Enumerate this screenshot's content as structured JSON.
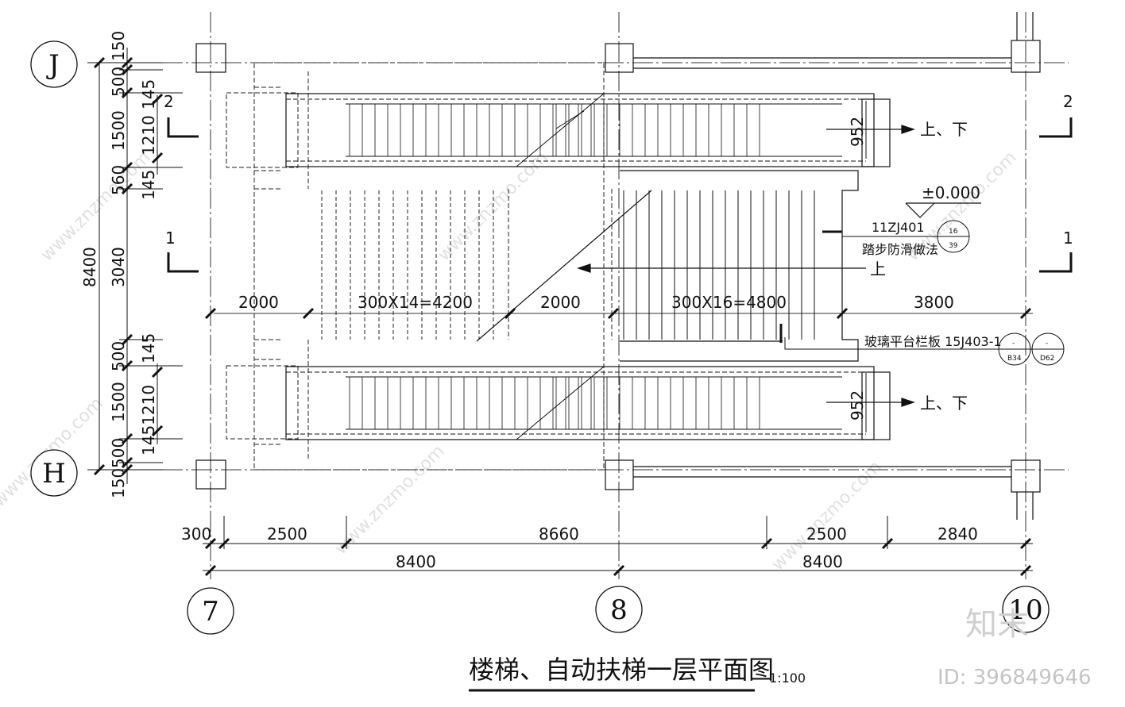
{
  "title": "楼梯、自动扶梯一层平面图",
  "scale": "1:100",
  "axes": {
    "row_top": "J",
    "row_bottom": "H",
    "col_left": "7",
    "col_mid": "8",
    "col_right": "10"
  },
  "section_marks": {
    "left_2": "2",
    "right_2": "2",
    "left_1": "1",
    "right_1": "1"
  },
  "vertical_dims": {
    "total": "8400",
    "d150_top": "150",
    "d500_top": "500",
    "d1500_top": "1500",
    "d560": "560",
    "d3040": "3040",
    "d500_b1": "500",
    "d1500_bot": "1500",
    "d500_b2": "500",
    "d150_bot": "150",
    "d145_a": "145",
    "d1210_top": "1210",
    "d145_b": "145",
    "d145_c": "145",
    "d1451210": "1451210",
    "d952_top": "952",
    "d952_bot": "952"
  },
  "middle_dims": {
    "d2000_left": "2000",
    "flight_left": "300X14=4200",
    "d2000_mid": "2000",
    "flight_right": "300X16=4800",
    "d3800": "3800"
  },
  "bottom_dims": {
    "d300": "300",
    "d2500_left": "2500",
    "d8660": "8660",
    "d2500_right": "2500",
    "d2840": "2840",
    "d8400_left": "8400",
    "d8400_right": "8400"
  },
  "annotations": {
    "up_down_top": "上、下",
    "up_down_bottom": "上、下",
    "up": "上",
    "elevation": "±0.000",
    "ref_code": "11ZJ401",
    "ref_desc": "踏步防滑做法",
    "ref_num": "16",
    "ref_page": "39",
    "railing": "玻璃平台栏板 15J403-1",
    "railing_ref1_top": "-",
    "railing_ref1_bottom": "B34",
    "railing_ref2_top": "-",
    "railing_ref2_bottom": "D62"
  },
  "watermark": {
    "site": "www.znzmo.com",
    "brand": "知末",
    "id": "ID: 396849646"
  }
}
